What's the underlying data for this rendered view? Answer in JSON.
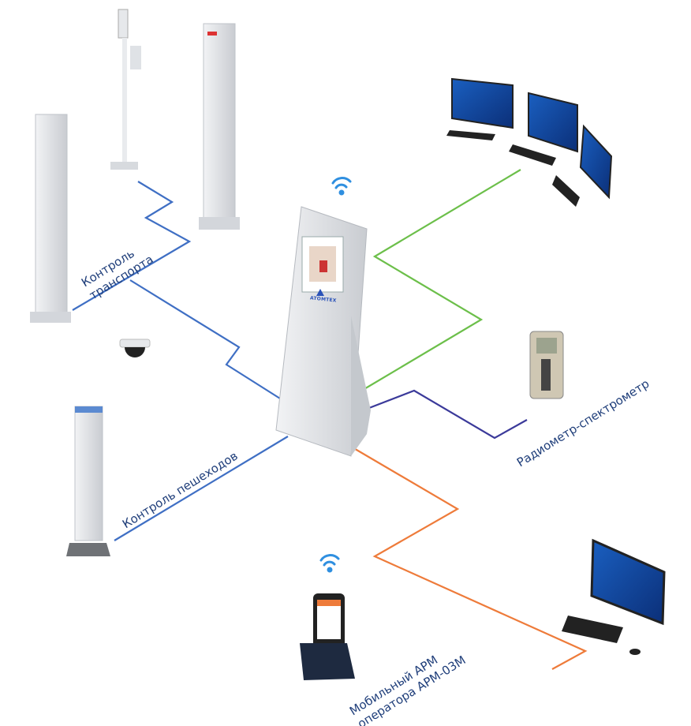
{
  "labels": {
    "transport": [
      "Контроль",
      "транспорта"
    ],
    "pedestrian": "Контроль пешеходов",
    "radiometer": "Радиометр-спектрометр",
    "mobile": [
      "Мобильный АРМ",
      "оператора АРМ-03М"
    ]
  },
  "brand": "ATOMTEX",
  "colors": {
    "blue_line": "#3f6fc4",
    "green_line": "#6cbf4a",
    "purple_line": "#3b3a9a",
    "orange_line": "#ee7b3a",
    "label_text": "#1f3e7a",
    "wifi": "#2f8fe0"
  }
}
